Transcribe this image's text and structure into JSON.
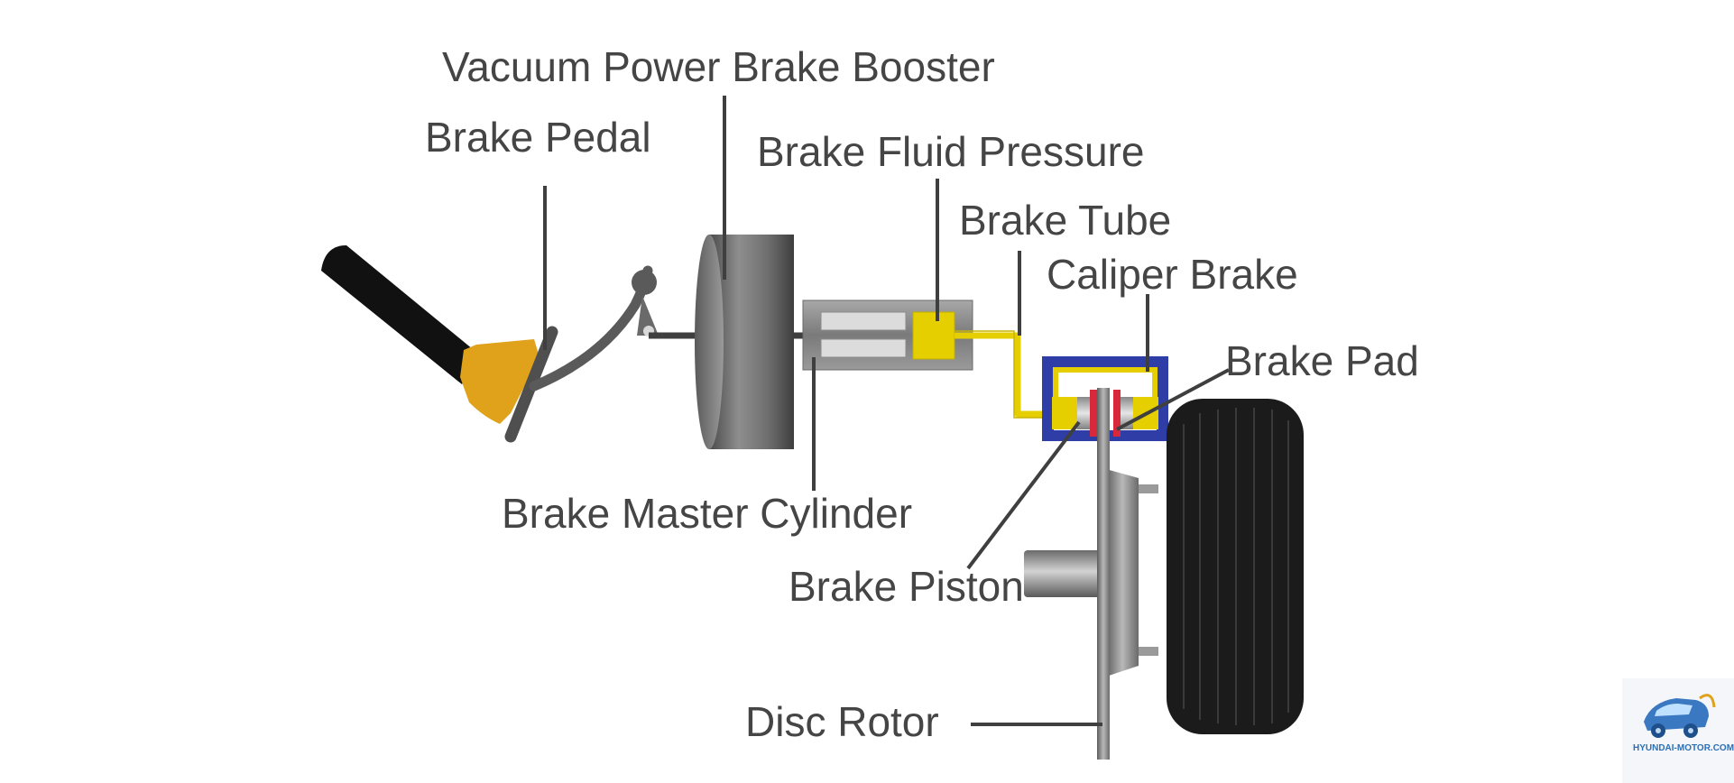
{
  "labels": {
    "vacuum_booster": "Vacuum Power Brake Booster",
    "brake_pedal": "Brake Pedal",
    "fluid_pressure": "Brake Fluid Pressure",
    "brake_tube": "Brake Tube",
    "caliper_brake": "Caliper Brake",
    "brake_pad": "Brake Pad",
    "master_cylinder": "Brake Master Cylinder",
    "brake_piston": "Brake Piston",
    "disc_rotor": "Disc Rotor"
  },
  "watermark": {
    "text": "HYUNDAI-MOTOR.COM.VN"
  },
  "colors": {
    "label": "#454545",
    "fluid_yellow": "#e6cf00",
    "caliper_blue": "#2f3ea6",
    "pad_red": "#d8283b",
    "shoe_orange": "#e0a21a",
    "tire_black": "#1b1b1b",
    "metal_gray": "#8a8a8a"
  }
}
